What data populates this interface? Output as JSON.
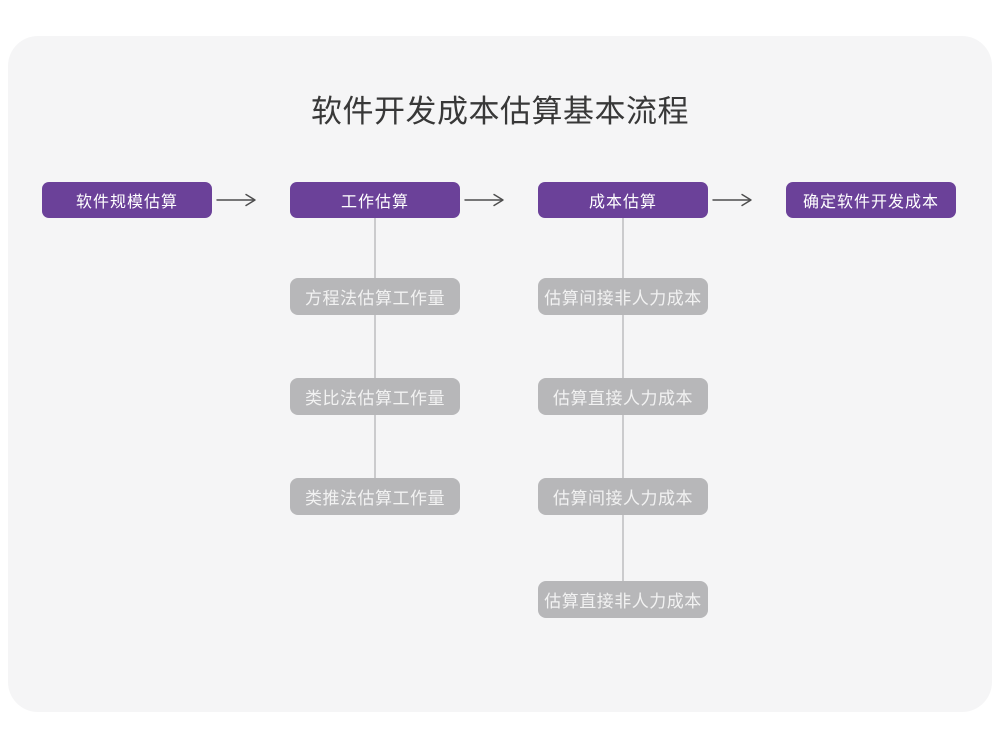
{
  "title": "软件开发成本估算基本流程",
  "flow": {
    "stages": [
      {
        "label": "软件规模估算"
      },
      {
        "label": "工作估算"
      },
      {
        "label": "成本估算"
      },
      {
        "label": "确定软件开发成本"
      }
    ],
    "work_estimation_methods": [
      "方程法估算工作量",
      "类比法估算工作量",
      "类推法估算工作量"
    ],
    "cost_estimation_items": [
      "估算间接非人力成本",
      "估算直接人力成本",
      "估算间接人力成本",
      "估算直接非人力成本"
    ]
  },
  "colors": {
    "stage_bg": "#6B4199",
    "stage_text": "#FFFFFF",
    "sub_bg": "#B7B7B9",
    "sub_text": "#F2F2F2",
    "canvas_bg": "#F5F5F6",
    "page_bg": "#FFFFFF",
    "title_text": "#383838",
    "arrow": "#4D4D4D",
    "connector": "#CBCBCD"
  }
}
